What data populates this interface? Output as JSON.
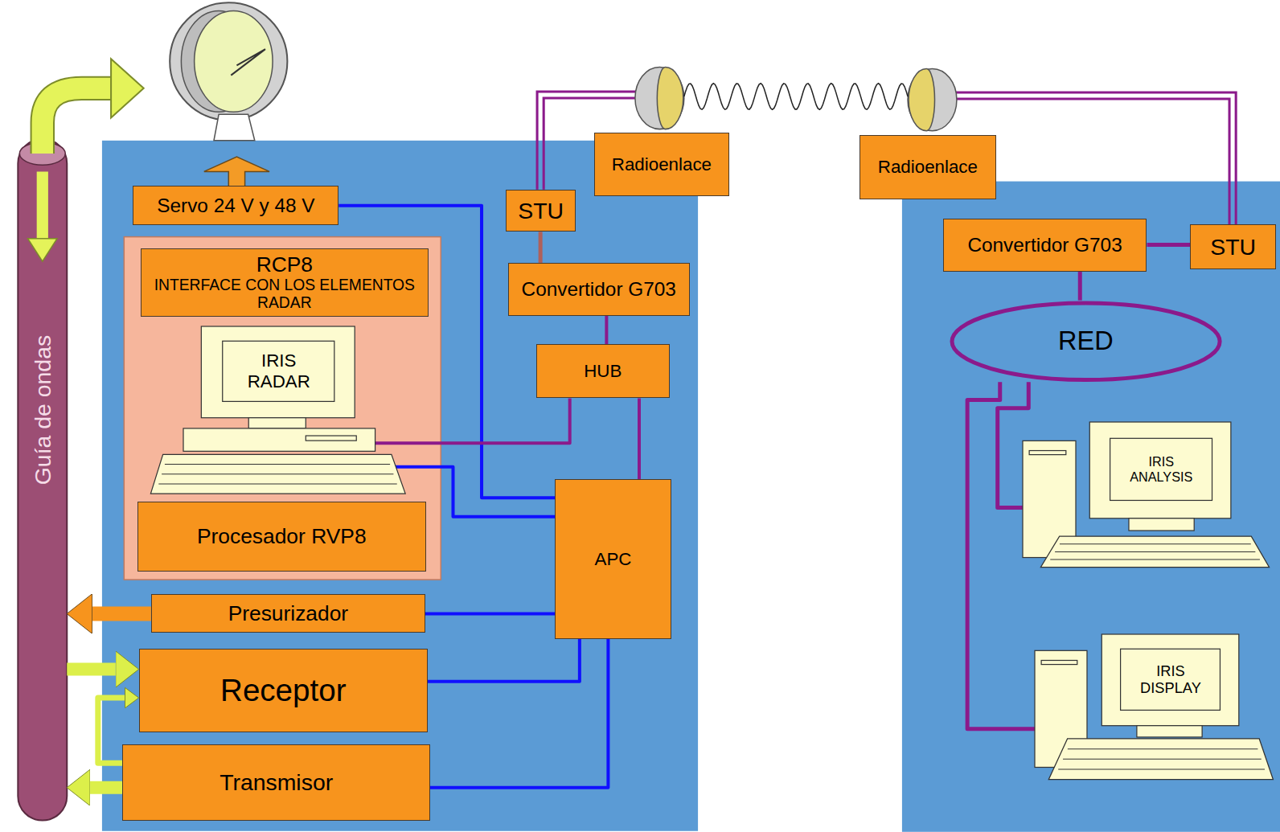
{
  "diagram": {
    "nodes": [
      {
        "text": [
          "Guía de ondas"
        ]
      },
      {
        "text": [
          "Servo 24 V y 48 V"
        ]
      },
      {
        "text": [
          "RCP8",
          "INTERFACE CON LOS ELEMENTOS RADAR"
        ]
      },
      {
        "text": [
          "IRIS RADAR"
        ]
      },
      {
        "text": [
          "Procesador RVP8"
        ]
      },
      {
        "text": [
          "Presurizador"
        ]
      },
      {
        "text": [
          "Receptor"
        ]
      },
      {
        "text": [
          "Transmisor"
        ]
      },
      {
        "text": [
          "STU"
        ]
      },
      {
        "text": [
          "Radioenlace"
        ]
      },
      {
        "text": [
          "Convertidor G703"
        ]
      },
      {
        "text": [
          "HUB"
        ]
      },
      {
        "text": [
          "APC"
        ]
      },
      {
        "text": [
          "Radioenlace"
        ]
      },
      {
        "text": [
          "Convertidor G703"
        ]
      },
      {
        "text": [
          "STU"
        ]
      },
      {
        "text": [
          "RED"
        ]
      },
      {
        "text": [
          "IRIS ANALYSIS"
        ]
      },
      {
        "text": [
          "IRIS DISPLAY"
        ]
      }
    ],
    "edges": [
      {
        "from": 1,
        "to": 12,
        "arrow": "none"
      },
      {
        "from": 3,
        "to": 11,
        "arrow": "none"
      },
      {
        "from": 3,
        "to": 12,
        "arrow": "none"
      },
      {
        "from": 5,
        "to": 12,
        "arrow": "none"
      },
      {
        "from": 6,
        "to": 12,
        "arrow": "none"
      },
      {
        "from": 7,
        "to": 12,
        "arrow": "none"
      },
      {
        "from": 11,
        "to": 12,
        "arrow": "none"
      },
      {
        "from": 10,
        "to": 11,
        "arrow": "none"
      },
      {
        "from": 8,
        "to": 10,
        "arrow": "none"
      },
      {
        "from": 14,
        "to": 15,
        "arrow": "none"
      },
      {
        "from": 14,
        "to": 16,
        "arrow": "none"
      },
      {
        "from": 16,
        "to": 17,
        "arrow": "none"
      },
      {
        "from": 16,
        "to": 18,
        "arrow": "none"
      },
      {
        "from": 0,
        "to": 6,
        "arrow": "to"
      },
      {
        "from": 7,
        "to": 0,
        "arrow": "to"
      },
      {
        "from": 7,
        "to": 6,
        "arrow": "to"
      },
      {
        "from": 5,
        "to": 0,
        "arrow": "to"
      }
    ]
  }
}
